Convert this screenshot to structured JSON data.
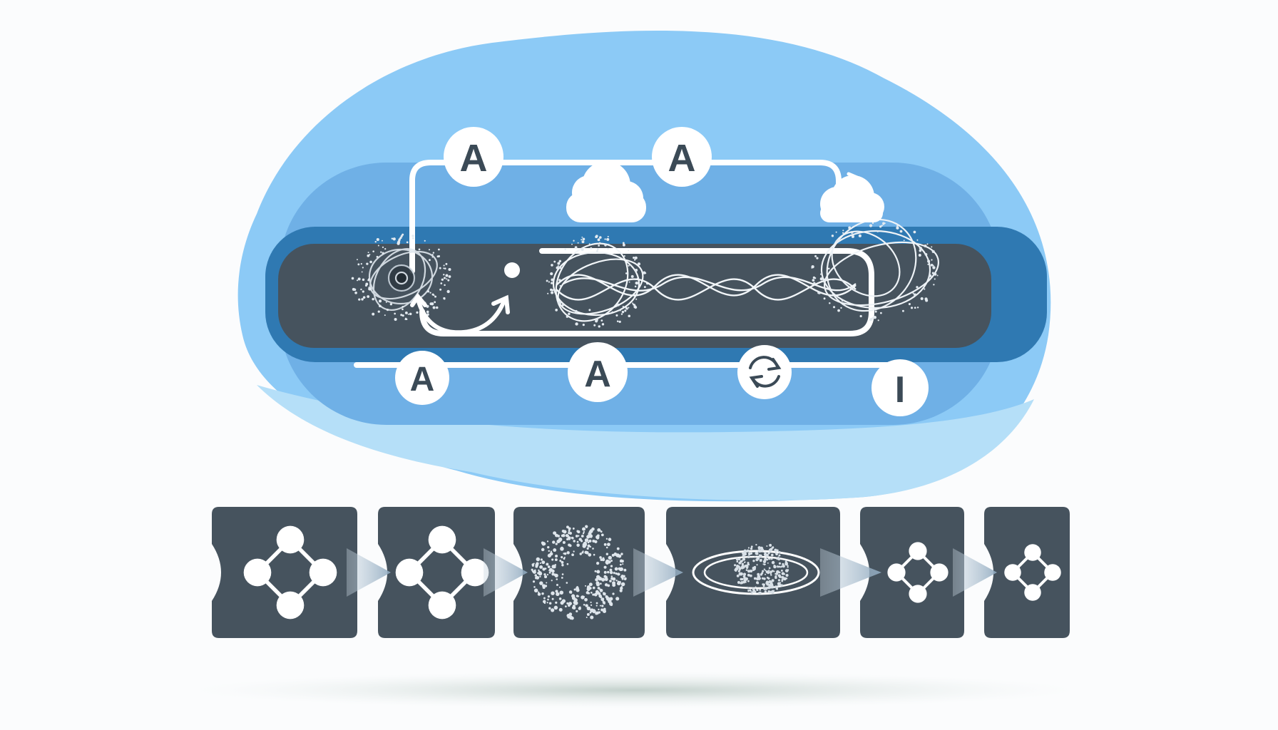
{
  "colors": {
    "background": "#fbfcfd",
    "blob_light": "#8ccaf6",
    "blob_mid": "#6fb0e6",
    "band_dark": "#46535e",
    "band_blue": "#2f79b2",
    "panel_dark": "#46535e",
    "arrow_grey": "#9fb6c8",
    "line_white": "#ffffff",
    "label_text": "#3b4a56"
  },
  "diagram": {
    "top_labels": [
      "A",
      "A"
    ],
    "bottom_labels": [
      "A",
      "A",
      "I"
    ],
    "icons": [
      "cloud-icon",
      "cloud-icon",
      "refresh-icon",
      "dot-icon",
      "curved-arrow-icon",
      "tangle-icon",
      "wave-icon"
    ]
  },
  "pipeline": {
    "panels": [
      {
        "icon": "molecule-icon"
      },
      {
        "icon": "molecule-icon"
      },
      {
        "icon": "particle-ring-icon"
      },
      {
        "icon": "orbit-icon"
      },
      {
        "icon": "molecule-small-icon"
      },
      {
        "icon": "molecule-small-icon"
      }
    ]
  }
}
